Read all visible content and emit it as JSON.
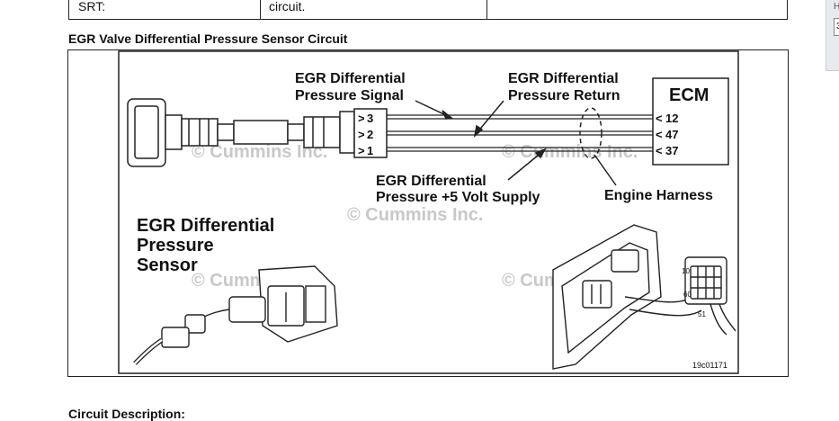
{
  "top_table": {
    "cell1": "SRT:",
    "cell2": "circuit."
  },
  "side_panel": {
    "label": "H",
    "value": "3"
  },
  "figure_title": "EGR Valve Differential Pressure Sensor Circuit",
  "diagram": {
    "signal_label_1": "EGR Differential",
    "signal_label_2": "Pressure Signal",
    "return_label_1": "EGR Differential",
    "return_label_2": "Pressure Return",
    "supply_label_1": "EGR Differential",
    "supply_label_2": "Pressure +5 Volt Supply",
    "harness_label": "Engine Harness",
    "ecm_label": "ECM",
    "sensor_pins": [
      "3",
      "2",
      "1"
    ],
    "ecm_pins": [
      "12",
      "47",
      "37"
    ],
    "sensor_label_1": "EGR Differential",
    "sensor_label_2": "Pressure",
    "sensor_label_3": "Sensor",
    "watermark": "© Cummins Inc.",
    "ecm_conn_pin_10": "10",
    "ecm_conn_pin_60": "60",
    "ecm_conn_pin_51": "51",
    "figure_code": "19c01171"
  },
  "circuit_description_title": "Circuit Description:"
}
